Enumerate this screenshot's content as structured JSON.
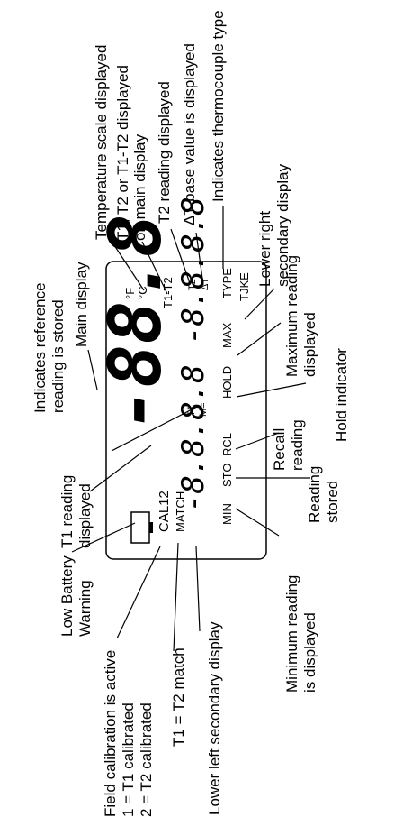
{
  "callouts": {
    "temp_scale": "Temperature scale displayed",
    "t1_t2_main_1": "T1, T2 or T1-T2 displayed",
    "t1_t2_main_2": "on main display",
    "t2_reading": "T2 reading displayed",
    "delta_t": "ΔT base value is displayed",
    "thermocouple": "Indicates thermocouple type",
    "ref_stored_1": "Indicates reference",
    "ref_stored_2": "reading is stored",
    "main_display": "Main display",
    "lower_right_1": "Lower right",
    "lower_right_2": "secondary display",
    "max_1": "Maximum reading",
    "max_2": "displayed",
    "hold": "Hold indicator",
    "recall_1": "Recall",
    "recall_2": "reading",
    "stored_1": "Reading",
    "stored_2": "stored",
    "t1_reading_1": "T1 reading",
    "t1_reading_2": "displayed",
    "low_batt_1": "Low Battery",
    "low_batt_2": "Warning",
    "min_1": "Minimum reading",
    "min_2": "is displayed",
    "field_cal_1": "Field calibration is active",
    "field_cal_2": "1 = T1 calibrated",
    "field_cal_3": "2 = T2 calibrated",
    "match": "T1 = T2 match",
    "lower_left": "Lower left secondary display"
  },
  "lcd": {
    "main_digits": "-88.8",
    "lower_left_digits": "-8.8.8.8",
    "lower_right_digits": "-8.8.8.8",
    "deg_f": "°F",
    "deg_c": "°C",
    "t1_t2": "T1-T2",
    "t2": "T2",
    "delta_t": "ΔT",
    "type": "—TYPE—",
    "type_letters": "TJKE",
    "t1": "T1",
    "m_eq": "M=",
    "cal": "CAL12",
    "match": "MATCH",
    "min": "MIN",
    "sto": "STO",
    "rcl": "RCL",
    "hold": "HOLD",
    "max": "MAX"
  }
}
